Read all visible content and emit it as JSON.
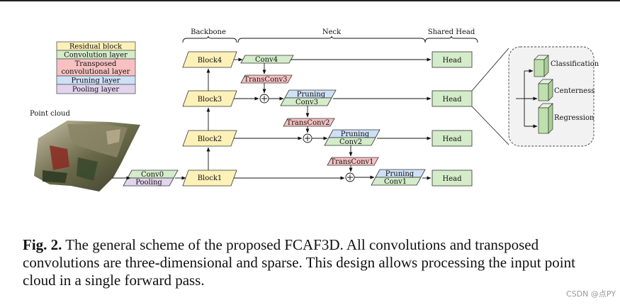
{
  "legend": {
    "residual": "Residual block",
    "convolution": "Convolution layer",
    "transposed_1": "Transposed",
    "transposed_2": "convolutional layer",
    "pruning": "Pruning layer",
    "pooling": "Pooling layer"
  },
  "sections": {
    "backbone": "Backbone",
    "neck": "Neck",
    "head": "Shared Head"
  },
  "point_cloud_label": "Point cloud",
  "input": {
    "conv0": "Conv0",
    "pooling": "Pooling"
  },
  "blocks": {
    "b1": "Block1",
    "b2": "Block2",
    "b3": "Block3",
    "b4": "Block4"
  },
  "neck": {
    "conv4": "Conv4",
    "conv3": "Conv3",
    "conv2": "Conv2",
    "conv1": "Conv1",
    "pruning": "Pruning",
    "transconv3": "TransConv3",
    "transconv2": "TransConv2",
    "transconv1": "TransConv1"
  },
  "head": {
    "label": "Head"
  },
  "head_detail": {
    "classification": "Classification",
    "centerness": "Centerness",
    "regression": "Regression"
  },
  "caption": {
    "fig": "Fig. 2.",
    "text": " The general scheme of the proposed FCAF3D. All convolutions and transposed convolutions are three-dimensional and sparse. This design allows processing the input point cloud in a single forward pass."
  },
  "watermark": "CSDN @点PY",
  "colors": {
    "residual": "#fdf1b8",
    "convolution": "#d4ecc9",
    "transposed": "#f8c1c1",
    "pruning": "#cde0f6",
    "pooling": "#e3d4ee",
    "stroke": "#333333"
  }
}
